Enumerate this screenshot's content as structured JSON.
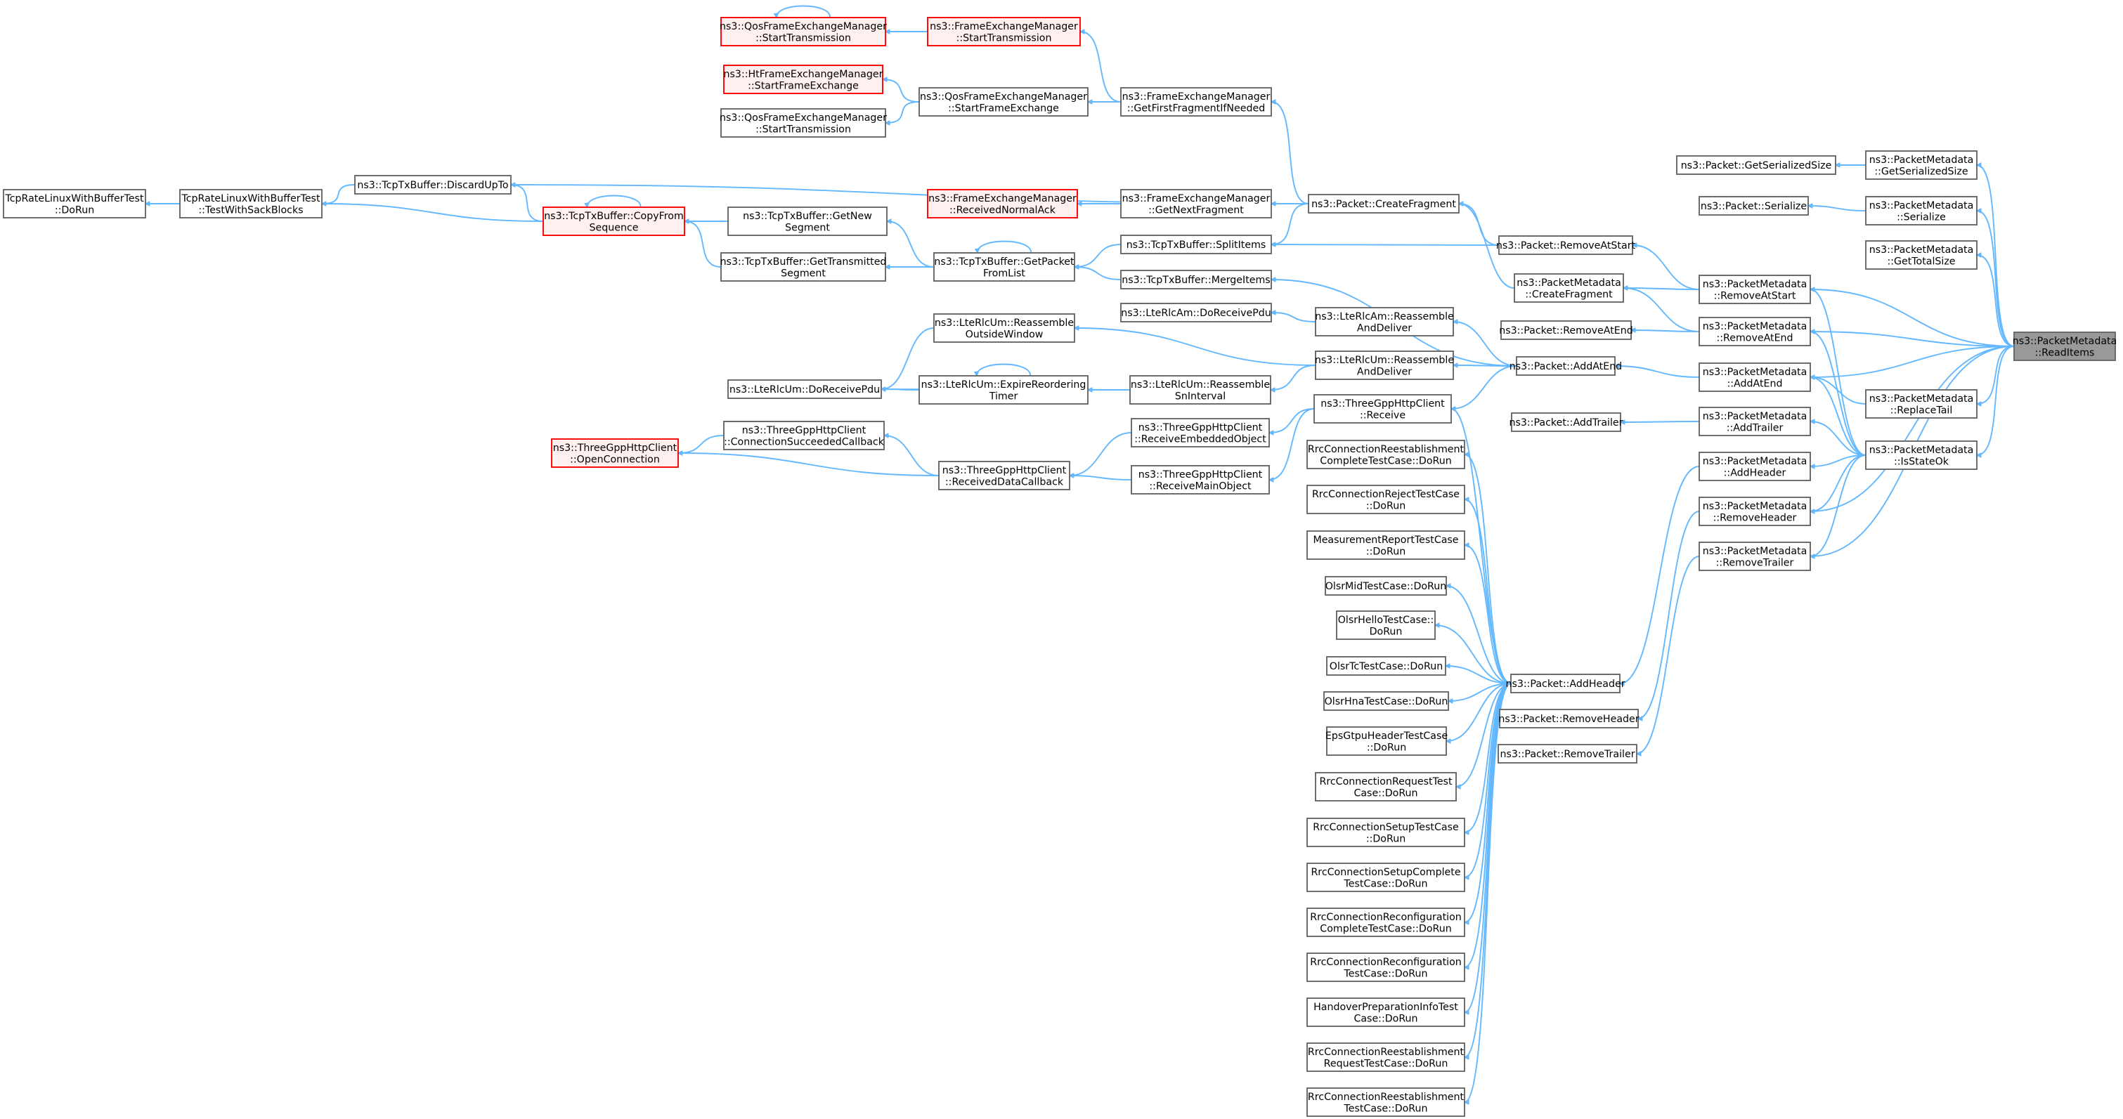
{
  "graph": {
    "title": "",
    "target_node": "ReadItems",
    "colors": {
      "edge": "#63b8ff",
      "node_border": "#666666",
      "truncated_border": "#ff0000",
      "truncated_fill": "#fff0f0",
      "target_fill": "#999999"
    },
    "nodes": [
      {
        "id": "ReadItems",
        "lines": [
          "ns3::PacketMetadata",
          "::ReadItems"
        ],
        "kind": "target"
      },
      {
        "id": "PM_GetSerializedSize",
        "lines": [
          "ns3::PacketMetadata",
          "::GetSerializedSize"
        ]
      },
      {
        "id": "P_GetSerializedSize",
        "lines": [
          "ns3::Packet::GetSerializedSize"
        ]
      },
      {
        "id": "PM_Serialize",
        "lines": [
          "ns3::PacketMetadata",
          "::Serialize"
        ]
      },
      {
        "id": "P_Serialize",
        "lines": [
          "ns3::Packet::Serialize"
        ]
      },
      {
        "id": "PM_GetTotalSize",
        "lines": [
          "ns3::PacketMetadata",
          "::GetTotalSize"
        ]
      },
      {
        "id": "PM_RemoveAtStart",
        "lines": [
          "ns3::PacketMetadata",
          "::RemoveAtStart"
        ]
      },
      {
        "id": "PM_RemoveAtEnd",
        "lines": [
          "ns3::PacketMetadata",
          "::RemoveAtEnd"
        ]
      },
      {
        "id": "PM_AddAtEnd",
        "lines": [
          "ns3::PacketMetadata",
          "::AddAtEnd"
        ]
      },
      {
        "id": "PM_ReplaceTail",
        "lines": [
          "ns3::PacketMetadata",
          "::ReplaceTail"
        ]
      },
      {
        "id": "PM_AddTrailer",
        "lines": [
          "ns3::PacketMetadata",
          "::AddTrailer"
        ]
      },
      {
        "id": "PM_IsStateOk",
        "lines": [
          "ns3::PacketMetadata",
          "::IsStateOk"
        ]
      },
      {
        "id": "PM_AddHeader",
        "lines": [
          "ns3::PacketMetadata",
          "::AddHeader"
        ]
      },
      {
        "id": "PM_RemoveHeader",
        "lines": [
          "ns3::PacketMetadata",
          "::RemoveHeader"
        ]
      },
      {
        "id": "PM_RemoveTrailer",
        "lines": [
          "ns3::PacketMetadata",
          "::RemoveTrailer"
        ]
      },
      {
        "id": "P_RemoveAtStart",
        "lines": [
          "ns3::Packet::RemoveAtStart"
        ]
      },
      {
        "id": "PM_CreateFragment",
        "lines": [
          "ns3::PacketMetadata",
          "::CreateFragment"
        ]
      },
      {
        "id": "P_RemoveAtEnd",
        "lines": [
          "ns3::Packet::RemoveAtEnd"
        ]
      },
      {
        "id": "P_AddAtEnd",
        "lines": [
          "ns3::Packet::AddAtEnd"
        ]
      },
      {
        "id": "P_AddTrailer",
        "lines": [
          "ns3::Packet::AddTrailer"
        ]
      },
      {
        "id": "P_AddHeader",
        "lines": [
          "ns3::Packet::AddHeader"
        ]
      },
      {
        "id": "P_RemoveHeader",
        "lines": [
          "ns3::Packet::RemoveHeader"
        ]
      },
      {
        "id": "P_RemoveTrailer",
        "lines": [
          "ns3::Packet::RemoveTrailer"
        ]
      },
      {
        "id": "P_CreateFragment",
        "lines": [
          "ns3::Packet::CreateFragment"
        ]
      },
      {
        "id": "QFEM_Start_top",
        "lines": [
          "ns3::QosFrameExchangeManager",
          "::StartTransmission"
        ],
        "kind": "red"
      },
      {
        "id": "FEM_StartTransmission",
        "lines": [
          "ns3::FrameExchangeManager",
          "::StartTransmission"
        ],
        "kind": "red"
      },
      {
        "id": "HtFEM_StartFrameExchange",
        "lines": [
          "ns3::HtFrameExchangeManager",
          "::StartFrameExchange"
        ],
        "kind": "red"
      },
      {
        "id": "QFEM_StartFrameExchange",
        "lines": [
          "ns3::QosFrameExchangeManager",
          "::StartFrameExchange"
        ]
      },
      {
        "id": "QFEM_Start_bottom",
        "lines": [
          "ns3::QosFrameExchangeManager",
          "::StartTransmission"
        ]
      },
      {
        "id": "FEM_GetFirstFragment",
        "lines": [
          "ns3::FrameExchangeManager",
          "::GetFirstFragmentIfNeeded"
        ]
      },
      {
        "id": "FEM_ReceivedNormalAck",
        "lines": [
          "ns3::FrameExchangeManager",
          "::ReceivedNormalAck"
        ],
        "kind": "red"
      },
      {
        "id": "FEM_GetNextFragment",
        "lines": [
          "ns3::FrameExchangeManager",
          "::GetNextFragment"
        ]
      },
      {
        "id": "Tx_DiscardUpTo",
        "lines": [
          "ns3::TcpTxBuffer::DiscardUpTo"
        ]
      },
      {
        "id": "Tx_CopyFromSequence",
        "lines": [
          "ns3::TcpTxBuffer::CopyFrom",
          "Sequence"
        ],
        "kind": "red"
      },
      {
        "id": "Tx_GetNewSegment",
        "lines": [
          "ns3::TcpTxBuffer::GetNew",
          "Segment"
        ]
      },
      {
        "id": "Tx_GetTransmittedSegment",
        "lines": [
          "ns3::TcpTxBuffer::GetTransmitted",
          "Segment"
        ]
      },
      {
        "id": "Tx_GetPacketFromList",
        "lines": [
          "ns3::TcpTxBuffer::GetPacket",
          "FromList"
        ]
      },
      {
        "id": "Tx_SplitItems",
        "lines": [
          "ns3::TcpTxBuffer::SplitItems"
        ]
      },
      {
        "id": "Tx_MergeItems",
        "lines": [
          "ns3::TcpTxBuffer::MergeItems"
        ]
      },
      {
        "id": "TcpRate_DoRun",
        "lines": [
          "TcpRateLinuxWithBufferTest",
          "::DoRun"
        ]
      },
      {
        "id": "TcpRate_TestWithSack",
        "lines": [
          "TcpRateLinuxWithBufferTest",
          "::TestWithSackBlocks"
        ]
      },
      {
        "id": "LteAm_DoReceivePdu",
        "lines": [
          "ns3::LteRlcAm::DoReceivePdu"
        ]
      },
      {
        "id": "LteAm_Reassemble",
        "lines": [
          "ns3::LteRlcAm::Reassemble",
          "AndDeliver"
        ]
      },
      {
        "id": "LteUm_ReassembleOutside",
        "lines": [
          "ns3::LteRlcUm::Reassemble",
          "OutsideWindow"
        ]
      },
      {
        "id": "LteUm_Reassemble",
        "lines": [
          "ns3::LteRlcUm::Reassemble",
          "AndDeliver"
        ]
      },
      {
        "id": "LteUm_DoReceivePdu",
        "lines": [
          "ns3::LteRlcUm::DoReceivePdu"
        ]
      },
      {
        "id": "LteUm_ExpireTimer",
        "lines": [
          "ns3::LteRlcUm::ExpireReordering",
          "Timer"
        ]
      },
      {
        "id": "LteUm_ReassembleSn",
        "lines": [
          "ns3::LteRlcUm::Reassemble",
          "SnInterval"
        ]
      },
      {
        "id": "Http_Receive",
        "lines": [
          "ns3::ThreeGppHttpClient",
          "::Receive"
        ]
      },
      {
        "id": "Http_ConnSucceeded",
        "lines": [
          "ns3::ThreeGppHttpClient",
          "::ConnectionSucceededCallback"
        ]
      },
      {
        "id": "Http_OpenConnection",
        "lines": [
          "ns3::ThreeGppHttpClient",
          "::OpenConnection"
        ],
        "kind": "red"
      },
      {
        "id": "Http_ReceivedData",
        "lines": [
          "ns3::ThreeGppHttpClient",
          "::ReceivedDataCallback"
        ]
      },
      {
        "id": "Http_ReceiveEmbedded",
        "lines": [
          "ns3::ThreeGppHttpClient",
          "::ReceiveEmbeddedObject"
        ]
      },
      {
        "id": "Http_ReceiveMain",
        "lines": [
          "ns3::ThreeGppHttpClient",
          "::ReceiveMainObject"
        ]
      },
      {
        "id": "T1",
        "lines": [
          "RrcConnectionReestablishment",
          "CompleteTestCase::DoRun"
        ]
      },
      {
        "id": "T2",
        "lines": [
          "RrcConnectionRejectTestCase",
          "::DoRun"
        ]
      },
      {
        "id": "T3",
        "lines": [
          "MeasurementReportTestCase",
          "::DoRun"
        ]
      },
      {
        "id": "T4",
        "lines": [
          "OlsrMidTestCase::DoRun"
        ]
      },
      {
        "id": "T5",
        "lines": [
          "OlsrHelloTestCase::",
          "DoRun"
        ]
      },
      {
        "id": "T6",
        "lines": [
          "OlsrTcTestCase::DoRun"
        ]
      },
      {
        "id": "T7",
        "lines": [
          "OlsrHnaTestCase::DoRun"
        ]
      },
      {
        "id": "T8",
        "lines": [
          "EpsGtpuHeaderTestCase",
          "::DoRun"
        ]
      },
      {
        "id": "T9",
        "lines": [
          "RrcConnectionRequestTest",
          "Case::DoRun"
        ]
      },
      {
        "id": "T10",
        "lines": [
          "RrcConnectionSetupTestCase",
          "::DoRun"
        ]
      },
      {
        "id": "T11",
        "lines": [
          "RrcConnectionSetupComplete",
          "TestCase::DoRun"
        ]
      },
      {
        "id": "T12",
        "lines": [
          "RrcConnectionReconfiguration",
          "CompleteTestCase::DoRun"
        ]
      },
      {
        "id": "T13",
        "lines": [
          "RrcConnectionReconfiguration",
          "TestCase::DoRun"
        ]
      },
      {
        "id": "T14",
        "lines": [
          "HandoverPreparationInfoTest",
          "Case::DoRun"
        ]
      },
      {
        "id": "T15",
        "lines": [
          "RrcConnectionReestablishment",
          "RequestTestCase::DoRun"
        ]
      },
      {
        "id": "T16",
        "lines": [
          "RrcConnectionReestablishment",
          "TestCase::DoRun"
        ]
      }
    ],
    "edges": [
      [
        "PM_GetSerializedSize",
        "ReadItems"
      ],
      [
        "PM_Serialize",
        "ReadItems"
      ],
      [
        "PM_GetTotalSize",
        "ReadItems"
      ],
      [
        "PM_RemoveAtStart",
        "ReadItems"
      ],
      [
        "PM_RemoveAtEnd",
        "ReadItems"
      ],
      [
        "PM_AddAtEnd",
        "ReadItems"
      ],
      [
        "PM_ReplaceTail",
        "ReadItems"
      ],
      [
        "PM_IsStateOk",
        "ReadItems"
      ],
      [
        "PM_RemoveHeader",
        "ReadItems"
      ],
      [
        "PM_RemoveTrailer",
        "ReadItems"
      ],
      [
        "P_GetSerializedSize",
        "PM_GetSerializedSize"
      ],
      [
        "P_Serialize",
        "PM_Serialize"
      ],
      [
        "PM_RemoveAtStart",
        "PM_IsStateOk"
      ],
      [
        "PM_RemoveAtEnd",
        "PM_IsStateOk"
      ],
      [
        "PM_AddAtEnd",
        "PM_ReplaceTail"
      ],
      [
        "PM_AddAtEnd",
        "PM_IsStateOk"
      ],
      [
        "PM_AddTrailer",
        "PM_IsStateOk"
      ],
      [
        "PM_AddHeader",
        "PM_IsStateOk"
      ],
      [
        "PM_RemoveHeader",
        "PM_IsStateOk"
      ],
      [
        "PM_RemoveTrailer",
        "PM_IsStateOk"
      ],
      [
        "P_RemoveAtStart",
        "PM_RemoveAtStart"
      ],
      [
        "PM_CreateFragment",
        "PM_RemoveAtStart"
      ],
      [
        "PM_CreateFragment",
        "PM_RemoveAtEnd"
      ],
      [
        "P_RemoveAtEnd",
        "PM_RemoveAtEnd"
      ],
      [
        "P_AddAtEnd",
        "PM_AddAtEnd"
      ],
      [
        "P_AddTrailer",
        "PM_AddTrailer"
      ],
      [
        "P_AddHeader",
        "PM_AddHeader"
      ],
      [
        "P_RemoveHeader",
        "PM_RemoveHeader"
      ],
      [
        "P_RemoveTrailer",
        "PM_RemoveTrailer"
      ],
      [
        "P_CreateFragment",
        "P_RemoveAtStart"
      ],
      [
        "P_CreateFragment",
        "PM_CreateFragment"
      ],
      [
        "QFEM_Start_top",
        "QFEM_Start_top"
      ],
      [
        "QFEM_Start_top",
        "FEM_StartTransmission"
      ],
      [
        "FEM_StartTransmission",
        "FEM_GetFirstFragment"
      ],
      [
        "HtFEM_StartFrameExchange",
        "QFEM_StartFrameExchange"
      ],
      [
        "QFEM_Start_bottom",
        "QFEM_StartFrameExchange"
      ],
      [
        "QFEM_StartFrameExchange",
        "FEM_GetFirstFragment"
      ],
      [
        "FEM_GetFirstFragment",
        "P_CreateFragment"
      ],
      [
        "FEM_ReceivedNormalAck",
        "FEM_GetNextFragment"
      ],
      [
        "FEM_GetNextFragment",
        "P_CreateFragment"
      ],
      [
        "TcpRate_DoRun",
        "TcpRate_TestWithSack"
      ],
      [
        "TcpRate_TestWithSack",
        "Tx_DiscardUpTo"
      ],
      [
        "TcpRate_TestWithSack",
        "Tx_CopyFromSequence"
      ],
      [
        "Tx_DiscardUpTo",
        "Tx_CopyFromSequence"
      ],
      [
        "Tx_DiscardUpTo",
        "P_CreateFragment"
      ],
      [
        "Tx_CopyFromSequence",
        "Tx_CopyFromSequence"
      ],
      [
        "Tx_CopyFromSequence",
        "Tx_GetNewSegment"
      ],
      [
        "Tx_CopyFromSequence",
        "Tx_GetTransmittedSegment"
      ],
      [
        "Tx_GetNewSegment",
        "Tx_GetPacketFromList"
      ],
      [
        "Tx_GetTransmittedSegment",
        "Tx_GetPacketFromList"
      ],
      [
        "Tx_GetPacketFromList",
        "Tx_GetPacketFromList"
      ],
      [
        "Tx_GetPacketFromList",
        "Tx_SplitItems"
      ],
      [
        "Tx_GetPacketFromList",
        "Tx_MergeItems"
      ],
      [
        "Tx_SplitItems",
        "P_CreateFragment"
      ],
      [
        "Tx_SplitItems",
        "P_RemoveAtStart"
      ],
      [
        "Tx_MergeItems",
        "P_AddAtEnd"
      ],
      [
        "LteAm_DoReceivePdu",
        "LteAm_Reassemble"
      ],
      [
        "LteAm_Reassemble",
        "P_AddAtEnd"
      ],
      [
        "LteUm_DoReceivePdu",
        "LteUm_ReassembleOutside"
      ],
      [
        "LteUm_DoReceivePdu",
        "LteUm_ExpireTimer"
      ],
      [
        "LteUm_DoReceivePdu",
        "LteUm_ReassembleSn"
      ],
      [
        "LteUm_ExpireTimer",
        "LteUm_ExpireTimer"
      ],
      [
        "LteUm_ExpireTimer",
        "LteUm_ReassembleSn"
      ],
      [
        "LteUm_ReassembleOutside",
        "LteUm_Reassemble"
      ],
      [
        "LteUm_ReassembleSn",
        "LteUm_Reassemble"
      ],
      [
        "LteUm_Reassemble",
        "P_AddAtEnd"
      ],
      [
        "Http_OpenConnection",
        "Http_ConnSucceeded"
      ],
      [
        "Http_OpenConnection",
        "Http_ReceivedData"
      ],
      [
        "Http_ConnSucceeded",
        "Http_ReceivedData"
      ],
      [
        "Http_ReceivedData",
        "Http_ReceiveEmbedded"
      ],
      [
        "Http_ReceivedData",
        "Http_ReceiveMain"
      ],
      [
        "Http_ReceiveEmbedded",
        "Http_Receive"
      ],
      [
        "Http_ReceiveMain",
        "Http_Receive"
      ],
      [
        "Http_Receive",
        "P_AddAtEnd"
      ],
      [
        "Http_Receive",
        "P_AddHeader"
      ],
      [
        "T1",
        "P_AddHeader"
      ],
      [
        "T2",
        "P_AddHeader"
      ],
      [
        "T3",
        "P_AddHeader"
      ],
      [
        "T4",
        "P_AddHeader"
      ],
      [
        "T5",
        "P_AddHeader"
      ],
      [
        "T6",
        "P_AddHeader"
      ],
      [
        "T7",
        "P_AddHeader"
      ],
      [
        "T8",
        "P_AddHeader"
      ],
      [
        "T9",
        "P_AddHeader"
      ],
      [
        "T10",
        "P_AddHeader"
      ],
      [
        "T11",
        "P_AddHeader"
      ],
      [
        "T12",
        "P_AddHeader"
      ],
      [
        "T13",
        "P_AddHeader"
      ],
      [
        "T14",
        "P_AddHeader"
      ],
      [
        "T15",
        "P_AddHeader"
      ],
      [
        "T16",
        "P_AddHeader"
      ]
    ]
  }
}
